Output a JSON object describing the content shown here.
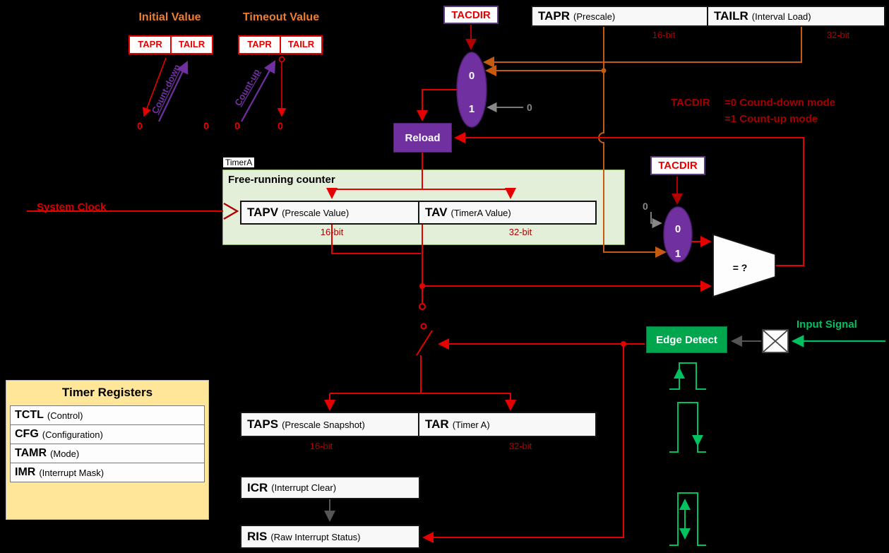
{
  "top_left": {
    "initial": {
      "title": "Initial Value",
      "cells": [
        "TAPR",
        "TAILR"
      ],
      "arrow_label": "Count-down",
      "zeros": [
        "0",
        "0"
      ]
    },
    "timeout": {
      "title": "Timeout Value",
      "cells": [
        "TAPR",
        "TAILR"
      ],
      "arrow_label": "Count-up",
      "zeros": [
        "0",
        "0"
      ]
    }
  },
  "registers_top": {
    "tapr": {
      "name": "TAPR",
      "desc": "(Prescale)",
      "bits": "16-bit"
    },
    "tailr": {
      "name": "TAILR",
      "desc": "(Interval Load)",
      "bits": "32-bit"
    }
  },
  "tacdir_top": {
    "label": "TACDIR"
  },
  "tacdir_mid": {
    "label": "TACDIR"
  },
  "mux1": {
    "s0": "0",
    "s1": "1",
    "const0": "0"
  },
  "mux2": {
    "s0": "0",
    "s1": "1",
    "const0": "0"
  },
  "reload": {
    "label": "Reload"
  },
  "legend": {
    "title": "TACDIR",
    "line1": "=0 Cound-down mode",
    "line2": "=1 Count-up mode"
  },
  "timer_a": {
    "tab": "TimerA",
    "title": "Free-running counter",
    "tapv": {
      "name": "TAPV",
      "desc": "(Prescale Value)",
      "bits": "16-bit"
    },
    "tav": {
      "name": "TAV",
      "desc": "(TimerA Value)",
      "bits": "32-bit"
    }
  },
  "system_clock": {
    "label": "System Clock"
  },
  "comparator": {
    "label": "= ?"
  },
  "edge_detect": {
    "label": "Edge Detect"
  },
  "input_signal": {
    "label": "Input Signal"
  },
  "snapshot": {
    "taps": {
      "name": "TAPS",
      "desc": "(Prescale Snapshot)",
      "bits": "16-bit"
    },
    "tar": {
      "name": "TAR",
      "desc": "(Timer A)",
      "bits": "32-bit"
    }
  },
  "icr": {
    "name": "ICR",
    "desc": "(Interrupt Clear)"
  },
  "ris": {
    "name": "RIS",
    "desc": "(Raw Interrupt Status)"
  },
  "registers_panel": {
    "title": "Timer Registers",
    "rows": [
      {
        "name": "TCTL",
        "desc": "(Control)"
      },
      {
        "name": "CFG",
        "desc": "(Configuration)"
      },
      {
        "name": "TAMR",
        "desc": "(Mode)"
      },
      {
        "name": "IMR",
        "desc": "(Interrupt Mask)"
      }
    ]
  },
  "colors": {
    "accent_purple": "#7030a0",
    "accent_red": "#e60000",
    "accent_green": "#00b050",
    "accent_orange": "#ed7d31",
    "dark_red": "#b00000",
    "panel_tan": "#ffe699",
    "panel_green": "#e4efda"
  }
}
